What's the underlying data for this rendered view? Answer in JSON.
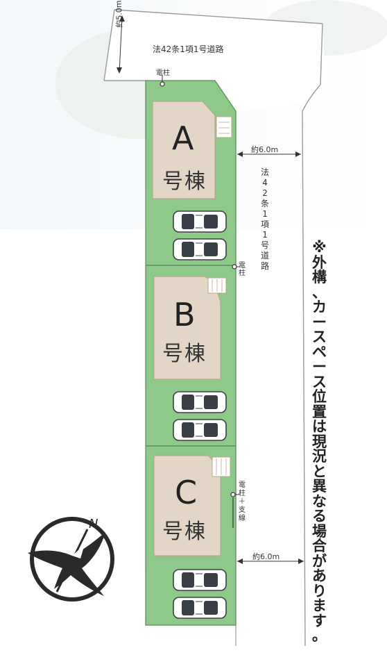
{
  "colors": {
    "lot_green": "#8ec98a",
    "lot_border": "#5a8a5a",
    "house_fill": "#e3d6c7",
    "house_border": "#b8a590",
    "road_fill": "#ffffff",
    "road_edge": "#9a9a9a",
    "sky": "#e8f1f7",
    "car_body": "#ffffff",
    "car_dark": "#3a3f47"
  },
  "top_road": {
    "label": "法42条1項1号道路",
    "width_label": "約5.0m",
    "pole_label": "電柱"
  },
  "side_road": {
    "label": "法42条1項1号道路",
    "width_label_upper": "約6.0m",
    "width_label_lower": "約6.0m"
  },
  "poles": {
    "mid_label": "電柱",
    "lower_label": "電柱＋支線"
  },
  "lots": [
    {
      "letter": "A",
      "name": "号棟",
      "cars": 2
    },
    {
      "letter": "B",
      "name": "号棟",
      "cars": 2
    },
    {
      "letter": "C",
      "name": "号棟",
      "cars": 2
    }
  ],
  "compass": {
    "north_label": "N",
    "icon": "compass-crane-icon"
  },
  "note": "※外構、カースペース位置は現況と異なる場合があります。"
}
